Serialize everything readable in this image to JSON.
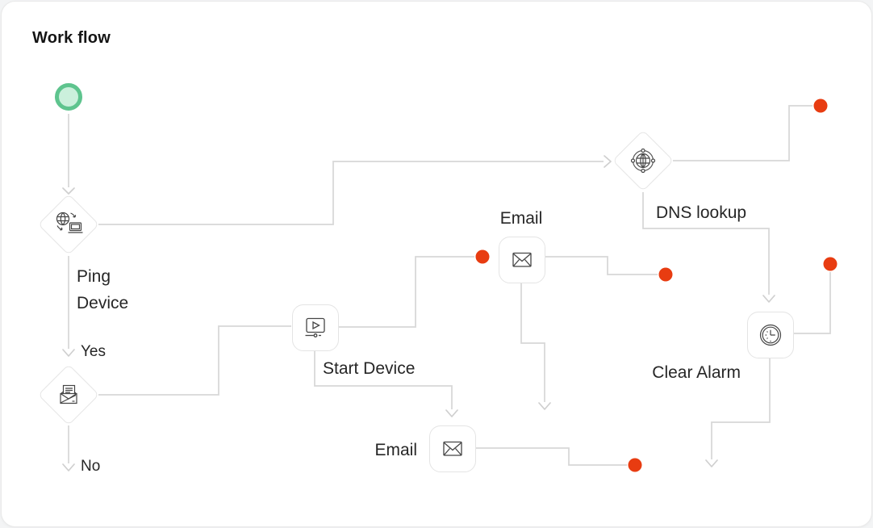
{
  "header": {
    "title": "Work flow"
  },
  "branches": {
    "yes": "Yes",
    "no": "No"
  },
  "nodes": {
    "start": {
      "icon": "start-circle-icon"
    },
    "ping_device": {
      "label": "Ping Device",
      "icon": "globe-laptop-sync-icon"
    },
    "email_decision": {
      "icon": "open-mail-icon"
    },
    "start_device": {
      "label": "Start Device",
      "icon": "play-media-icon"
    },
    "email_top": {
      "label": "Email",
      "icon": "mail-envelope-icon"
    },
    "dns_lookup": {
      "label": "DNS lookup",
      "icon": "globe-orbit-icon"
    },
    "clear_alarm": {
      "label": "Clear Alarm",
      "icon": "clock-icon"
    },
    "email_bottom": {
      "label": "Email",
      "icon": "mail-envelope-icon"
    }
  },
  "colors": {
    "start_green": "#5ec48e",
    "start_green_fill": "#cbf0dc",
    "endpoint_red": "#e83c11",
    "connector_gray": "#d8d8d8",
    "node_border": "#e5e5e5",
    "icon_stroke": "#454545",
    "text": "#262626"
  }
}
